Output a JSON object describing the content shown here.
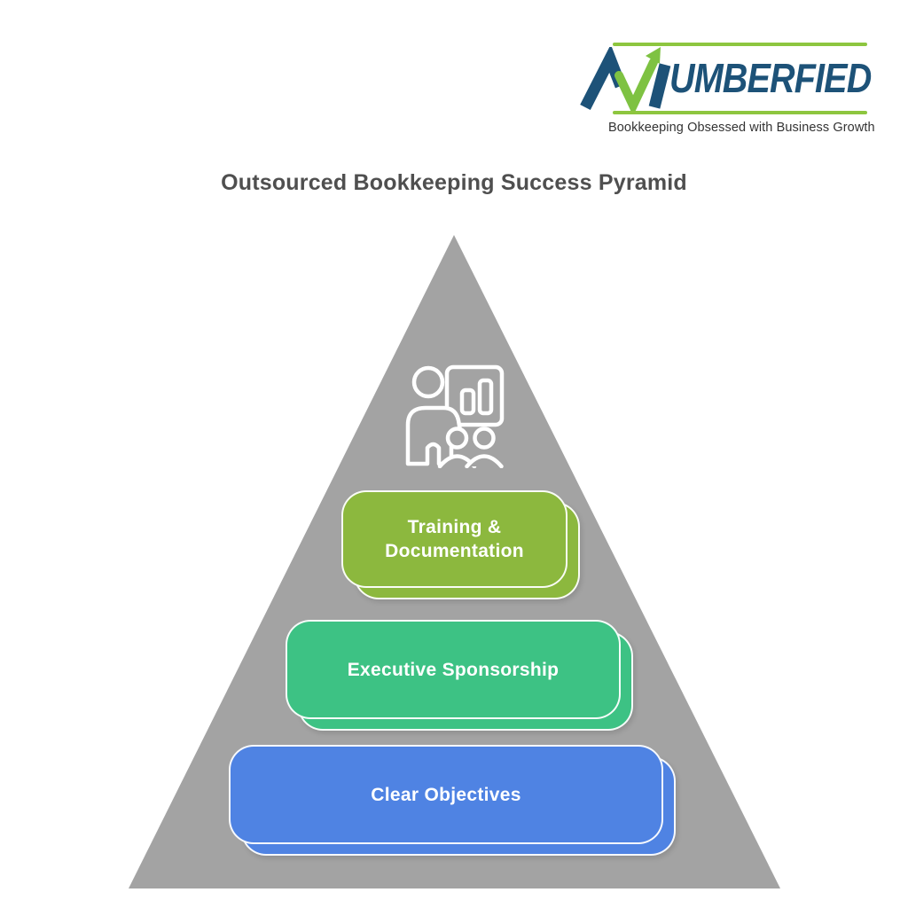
{
  "logo": {
    "brand": "NUMBERFIED",
    "brand_text": "UMBERFIED",
    "mark": "n-with-growth-arrow",
    "tagline": "Bookkeeping Obsessed with Business Growth",
    "colors": {
      "navy": "#1d5278",
      "green": "#7ec242",
      "line": "#8dc63f",
      "tagline_text": "#333333"
    }
  },
  "title": {
    "text": "Outsourced Bookkeeping Success Pyramid",
    "color": "#4f4f4f"
  },
  "pyramid": {
    "color": "#a3a3a3",
    "icon": "presenter-with-chart-and-audience",
    "icon_color": "#ffffff",
    "text_color": "#ffffff",
    "tiers": [
      {
        "id": "training-documentation",
        "label": "Training & Documentation",
        "label_lines": [
          "Training &",
          "Documentation"
        ],
        "color": "#8cb83e"
      },
      {
        "id": "executive-sponsorship",
        "label": "Executive Sponsorship",
        "label_lines": [
          "Executive Sponsorship"
        ],
        "color": "#3dc284"
      },
      {
        "id": "clear-objectives",
        "label": "Clear Objectives",
        "label_lines": [
          "Clear Objectives"
        ],
        "color": "#4f83e3"
      }
    ]
  }
}
